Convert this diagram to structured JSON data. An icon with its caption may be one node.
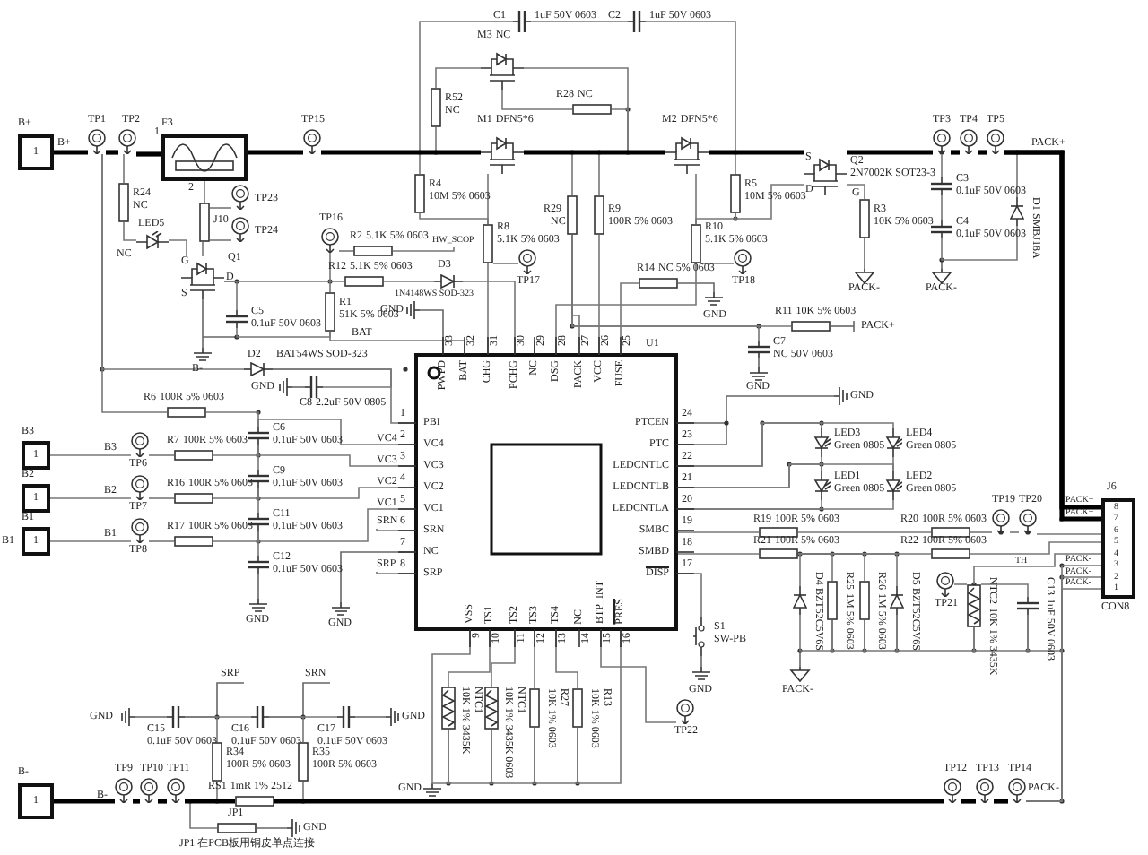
{
  "diagram": {
    "nodes": [
      {
        "text": [
          "B+",
          "1"
        ]
      },
      {
        "text": [
          "TP1"
        ]
      },
      {
        "text": [
          "TP2"
        ]
      },
      {
        "text": [
          "F3",
          "1",
          "2"
        ]
      },
      {
        "text": [
          "TP15"
        ]
      },
      {
        "text": [
          "R24",
          "NC"
        ]
      },
      {
        "text": [
          "LED5",
          "NC"
        ]
      },
      {
        "text": [
          "J10"
        ]
      },
      {
        "text": [
          "TP23"
        ]
      },
      {
        "text": [
          "TP24"
        ]
      },
      {
        "text": [
          "Q1",
          "G",
          "D",
          "S"
        ]
      },
      {
        "text": [
          "C5",
          "0.1uF 50V 0603"
        ]
      },
      {
        "text": [
          "R1",
          "51K 5% 0603"
        ]
      },
      {
        "text": [
          "TP16"
        ]
      },
      {
        "text": [
          "R2",
          "5.1K 5% 0603"
        ]
      },
      {
        "text": [
          "R12",
          "5.1K 5% 0603"
        ]
      },
      {
        "text": [
          "D3",
          "1N4148WS SOD-323"
        ]
      },
      {
        "text": [
          "D2",
          "BAT54WS SOD-323"
        ]
      },
      {
        "text": [
          "C8",
          "2.2uF 50V 0805"
        ]
      },
      {
        "text": [
          "R6",
          "100R 5% 0603"
        ]
      },
      {
        "text": [
          "C1",
          "1uF 50V 0603"
        ]
      },
      {
        "text": [
          "C2",
          "1uF 50V 0603"
        ]
      },
      {
        "text": [
          "M3",
          "NC"
        ]
      },
      {
        "text": [
          "R52",
          "NC"
        ]
      },
      {
        "text": [
          "R28",
          "NC"
        ]
      },
      {
        "text": [
          "M1",
          "DFN5*6"
        ]
      },
      {
        "text": [
          "M2",
          "DFN5*6"
        ]
      },
      {
        "text": [
          "R4",
          "10M 5% 0603"
        ]
      },
      {
        "text": [
          "R5",
          "10M 5% 0603"
        ]
      },
      {
        "text": [
          "R29",
          "NC"
        ]
      },
      {
        "text": [
          "R9",
          "100R 5% 0603"
        ]
      },
      {
        "text": [
          "R8",
          "5.1K 5% 0603"
        ]
      },
      {
        "text": [
          "TP17"
        ]
      },
      {
        "text": [
          "R10",
          "5.1K 5% 0603"
        ]
      },
      {
        "text": [
          "TP18"
        ]
      },
      {
        "text": [
          "R14",
          "NC 5% 0603"
        ]
      },
      {
        "text": [
          "C7",
          "NC 50V 0603"
        ]
      },
      {
        "text": [
          "R11",
          "10K 5% 0603"
        ]
      },
      {
        "text": [
          "Q2",
          "2N7002K SOT23-3",
          "S",
          "G",
          "D"
        ]
      },
      {
        "text": [
          "R3",
          "10K 5% 0603"
        ]
      },
      {
        "text": [
          "TP3"
        ]
      },
      {
        "text": [
          "TP4"
        ]
      },
      {
        "text": [
          "TP5"
        ]
      },
      {
        "text": [
          "C3",
          "0.1uF 50V 0603"
        ]
      },
      {
        "text": [
          "C4",
          "0.1uF 50V 0603"
        ]
      },
      {
        "text": [
          "D1",
          "SMBJ18A"
        ]
      },
      {
        "text": [
          "U1",
          "PBI",
          "1",
          "VC4",
          "2",
          "VC3",
          "3",
          "VC2",
          "4",
          "VC1",
          "5",
          "SRN",
          "6",
          "NC",
          "7",
          "SRP",
          "8",
          "PTCEN",
          "24",
          "PTC",
          "23",
          "LEDCNTLC",
          "22",
          "LEDCNTLB",
          "21",
          "LEDCNTLA",
          "20",
          "SMBC",
          "19",
          "SMBD",
          "18",
          "DISP",
          "17",
          "PWPD",
          "33",
          "BAT",
          "32",
          "CHG",
          "31",
          "PCHG",
          "30",
          "NC",
          "29",
          "DSG",
          "28",
          "PACK",
          "27",
          "VCC",
          "26",
          "FUSE",
          "25",
          "VSS",
          "9",
          "TS1",
          "10",
          "TS2",
          "11",
          "TS3",
          "12",
          "TS4",
          "13",
          "NC",
          "14",
          "BTP_INT",
          "15",
          "PRES",
          "16"
        ]
      },
      {
        "text": [
          "B3",
          "1"
        ]
      },
      {
        "text": [
          "TP6"
        ]
      },
      {
        "text": [
          "R7",
          "100R 5% 0603"
        ]
      },
      {
        "text": [
          "C6",
          "0.1uF 50V 0603"
        ]
      },
      {
        "text": [
          "B2",
          "1"
        ]
      },
      {
        "text": [
          "TP7"
        ]
      },
      {
        "text": [
          "R16",
          "100R 5% 0603"
        ]
      },
      {
        "text": [
          "C9",
          "0.1uF 50V 0603"
        ]
      },
      {
        "text": [
          "B1",
          "1"
        ]
      },
      {
        "text": [
          "TP8"
        ]
      },
      {
        "text": [
          "R17",
          "100R 5% 0603"
        ]
      },
      {
        "text": [
          "C11",
          "0.1uF 50V 0603"
        ]
      },
      {
        "text": [
          "C12",
          "0.1uF 50V 0603"
        ]
      },
      {
        "text": [
          "NTC1",
          "10K 1% 3435K"
        ]
      },
      {
        "text": [
          "NTC1",
          "10K 1% 3435K 0603"
        ]
      },
      {
        "text": [
          "R27",
          "10K 1% 0603"
        ]
      },
      {
        "text": [
          "R13",
          "10K 1% 0603"
        ]
      },
      {
        "text": [
          "TP22"
        ]
      },
      {
        "text": [
          "S1",
          "SW-PB"
        ]
      },
      {
        "text": [
          "LED3",
          "Green 0805"
        ]
      },
      {
        "text": [
          "LED4",
          "Green 0805"
        ]
      },
      {
        "text": [
          "LED1",
          "Green 0805"
        ]
      },
      {
        "text": [
          "LED2",
          "Green 0805"
        ]
      },
      {
        "text": [
          "R19",
          "100R 5% 0603"
        ]
      },
      {
        "text": [
          "R21",
          "100R 5% 0603"
        ]
      },
      {
        "text": [
          "R20",
          "100R 5% 0603"
        ]
      },
      {
        "text": [
          "R22",
          "100R 5% 0603"
        ]
      },
      {
        "text": [
          "TP19"
        ]
      },
      {
        "text": [
          "TP20"
        ]
      },
      {
        "text": [
          "TP21"
        ]
      },
      {
        "text": [
          "D4",
          "BZT52C5V6S"
        ]
      },
      {
        "text": [
          "R25",
          "1M 5% 0603"
        ]
      },
      {
        "text": [
          "R26",
          "1M 5% 0603"
        ]
      },
      {
        "text": [
          "D5",
          "BZT52C5V6S"
        ]
      },
      {
        "text": [
          "NTC2",
          "10K 1% 3435K"
        ]
      },
      {
        "text": [
          "C13",
          "1uF 50V 0603"
        ]
      },
      {
        "text": [
          "J6",
          "8",
          "7",
          "6",
          "5",
          "4",
          "3",
          "2",
          "1",
          "CON8"
        ]
      },
      {
        "text": [
          "B-",
          "1"
        ]
      },
      {
        "text": [
          "TP9"
        ]
      },
      {
        "text": [
          "TP10"
        ]
      },
      {
        "text": [
          "TP11"
        ]
      },
      {
        "text": [
          "C15",
          "0.1uF 50V 0603"
        ]
      },
      {
        "text": [
          "C16",
          "0.1uF 50V 0603"
        ]
      },
      {
        "text": [
          "C17",
          "0.1uF 50V 0603"
        ]
      },
      {
        "text": [
          "R34",
          "100R 5% 0603"
        ]
      },
      {
        "text": [
          "R35",
          "100R 5% 0603"
        ]
      },
      {
        "text": [
          "RS1",
          "1mR 1% 2512"
        ]
      },
      {
        "text": [
          "JP1"
        ]
      },
      {
        "text": [
          "TP12"
        ]
      },
      {
        "text": [
          "TP13"
        ]
      },
      {
        "text": [
          "TP14"
        ]
      },
      {
        "text": [
          "HW_SCOP"
        ]
      },
      {
        "text": [
          "SRN"
        ]
      },
      {
        "text": [
          "SRP"
        ]
      }
    ],
    "edges": [
      {
        "from": 0,
        "to": 1,
        "arrow": "none",
        "style": "thick",
        "color": "#000000"
      },
      {
        "from": 1,
        "to": 2,
        "arrow": "none",
        "style": "thick",
        "color": "#000000"
      },
      {
        "from": 2,
        "to": 3,
        "arrow": "none",
        "style": "thick",
        "color": "#000000"
      },
      {
        "from": 3,
        "to": 4,
        "arrow": "none",
        "style": "thick",
        "color": "#000000"
      },
      {
        "from": 4,
        "to": 25,
        "arrow": "none",
        "style": "thick",
        "color": "#000000"
      },
      {
        "from": 25,
        "to": 26,
        "arrow": "none",
        "style": "thick",
        "color": "#000000"
      },
      {
        "from": 26,
        "to": 38,
        "arrow": "none",
        "style": "thick",
        "color": "#000000"
      },
      {
        "from": 38,
        "to": 40,
        "arrow": "none",
        "style": "thick",
        "color": "#000000"
      },
      {
        "from": 40,
        "to": 41,
        "arrow": "none",
        "style": "thick",
        "color": "#000000"
      },
      {
        "from": 41,
        "to": 42,
        "arrow": "none",
        "style": "thick",
        "color": "#000000"
      },
      {
        "from": 42,
        "to": 83,
        "arrow": "none",
        "style": "thick",
        "color": "#000000"
      },
      {
        "from": 47,
        "to": 48,
        "arrow": "none"
      },
      {
        "from": 48,
        "to": 49,
        "arrow": "none"
      },
      {
        "from": 49,
        "to": 50,
        "arrow": "none"
      },
      {
        "from": 51,
        "to": 52,
        "arrow": "none"
      },
      {
        "from": 52,
        "to": 53,
        "arrow": "none"
      },
      {
        "from": 53,
        "to": 54,
        "arrow": "none"
      },
      {
        "from": 55,
        "to": 56,
        "arrow": "none"
      },
      {
        "from": 56,
        "to": 57,
        "arrow": "none"
      },
      {
        "from": 57,
        "to": 58,
        "arrow": "none"
      },
      {
        "from": 50,
        "to": 54,
        "arrow": "none"
      },
      {
        "from": 54,
        "to": 58,
        "arrow": "none"
      },
      {
        "from": 58,
        "to": 59,
        "arrow": "none"
      },
      {
        "from": 84,
        "to": 85,
        "arrow": "none",
        "style": "thick",
        "color": "#000000"
      },
      {
        "from": 85,
        "to": 86,
        "arrow": "none",
        "style": "thick",
        "color": "#000000"
      },
      {
        "from": 86,
        "to": 87,
        "arrow": "none",
        "style": "thick",
        "color": "#000000"
      },
      {
        "from": 87,
        "to": 93,
        "arrow": "none",
        "style": "thick",
        "color": "#000000"
      },
      {
        "from": 93,
        "to": 95,
        "arrow": "none",
        "style": "thick",
        "color": "#000000"
      },
      {
        "from": 95,
        "to": 96,
        "arrow": "none",
        "style": "thick",
        "color": "#000000"
      },
      {
        "from": 96,
        "to": 97,
        "arrow": "none",
        "style": "thick",
        "color": "#000000"
      },
      {
        "from": 88,
        "to": 89,
        "arrow": "none"
      },
      {
        "from": 89,
        "to": 90,
        "arrow": "none"
      },
      {
        "from": 70,
        "to": 72,
        "arrow": "none"
      },
      {
        "from": 71,
        "to": 73,
        "arrow": "none"
      },
      {
        "from": 72,
        "to": 74,
        "arrow": "none"
      },
      {
        "from": 73,
        "to": 83,
        "arrow": "none"
      },
      {
        "from": 15,
        "to": 16,
        "arrow": "none"
      },
      {
        "from": 19,
        "to": 50,
        "arrow": "none"
      },
      {
        "from": 17,
        "to": 46,
        "arrow": "none"
      },
      {
        "from": 26,
        "to": 33,
        "arrow": "none"
      },
      {
        "from": 25,
        "to": 31,
        "arrow": "none"
      },
      {
        "from": 38,
        "to": 39,
        "arrow": "none"
      },
      {
        "from": 40,
        "to": 43,
        "arrow": "none"
      },
      {
        "from": 43,
        "to": 44,
        "arrow": "none"
      },
      {
        "from": 7,
        "to": 10,
        "arrow": "none"
      },
      {
        "from": 2,
        "to": 5,
        "arrow": "none"
      },
      {
        "from": 5,
        "to": 6,
        "arrow": "none"
      },
      {
        "from": 13,
        "to": 12,
        "arrow": "none"
      },
      {
        "from": 13,
        "to": 14,
        "arrow": "none"
      },
      {
        "from": 31,
        "to": 32,
        "arrow": "none"
      },
      {
        "from": 33,
        "to": 34,
        "arrow": "none"
      },
      {
        "from": 1,
        "to": 19,
        "arrow": "none"
      },
      {
        "from": 1,
        "to": 17,
        "arrow": "none"
      },
      {
        "from": 6,
        "to": 10,
        "arrow": "none"
      },
      {
        "from": 3,
        "to": 7,
        "arrow": "none"
      },
      {
        "from": 7,
        "to": 8,
        "arrow": "none"
      },
      {
        "from": 7,
        "to": 9,
        "arrow": "none"
      },
      {
        "from": 10,
        "to": 15,
        "arrow": "none"
      },
      {
        "from": 10,
        "to": 11,
        "arrow": "none"
      },
      {
        "from": 11,
        "to": 12,
        "arrow": "none"
      },
      {
        "from": 12,
        "to": 46,
        "arrow": "none"
      },
      {
        "from": 31,
        "to": 46,
        "arrow": "none"
      },
      {
        "from": 16,
        "to": 46,
        "arrow": "none"
      },
      {
        "from": 33,
        "to": 46,
        "arrow": "none"
      },
      {
        "from": 29,
        "to": 46,
        "arrow": "none"
      },
      {
        "from": 30,
        "to": 46,
        "arrow": "none"
      },
      {
        "from": 35,
        "to": 46,
        "arrow": "none"
      },
      {
        "from": 29,
        "to": 37,
        "arrow": "none"
      },
      {
        "from": 29,
        "to": 36,
        "arrow": "none"
      },
      {
        "from": 46,
        "to": 66,
        "arrow": "none"
      },
      {
        "from": 46,
        "to": 67,
        "arrow": "none"
      },
      {
        "from": 46,
        "to": 68,
        "arrow": "none"
      },
      {
        "from": 46,
        "to": 69,
        "arrow": "none"
      },
      {
        "from": 66,
        "to": 68,
        "arrow": "none"
      },
      {
        "from": 67,
        "to": 69,
        "arrow": "none"
      },
      {
        "from": 68,
        "to": 46,
        "arrow": "none"
      },
      {
        "from": 69,
        "to": 46,
        "arrow": "none"
      },
      {
        "from": 46,
        "to": 70,
        "arrow": "none"
      },
      {
        "from": 46,
        "to": 71,
        "arrow": "none"
      },
      {
        "from": 46,
        "to": 65,
        "arrow": "none"
      },
      {
        "from": 46,
        "to": 60,
        "arrow": "none"
      },
      {
        "from": 46,
        "to": 61,
        "arrow": "none"
      },
      {
        "from": 46,
        "to": 62,
        "arrow": "none"
      },
      {
        "from": 46,
        "to": 63,
        "arrow": "none"
      },
      {
        "from": 46,
        "to": 64,
        "arrow": "none"
      },
      {
        "from": 60,
        "to": 61,
        "arrow": "none"
      },
      {
        "from": 61,
        "to": 62,
        "arrow": "none"
      },
      {
        "from": 62,
        "to": 63,
        "arrow": "none"
      },
      {
        "from": 46,
        "to": 63,
        "arrow": "none"
      },
      {
        "from": 46,
        "to": 60,
        "arrow": "none"
      },
      {
        "from": 50,
        "to": 46,
        "arrow": "none"
      },
      {
        "from": 50,
        "to": 46,
        "arrow": "none"
      },
      {
        "from": 54,
        "to": 46,
        "arrow": "none"
      },
      {
        "from": 58,
        "to": 46,
        "arrow": "none"
      },
      {
        "from": 4,
        "to": 20,
        "arrow": "none"
      },
      {
        "from": 20,
        "to": 21,
        "arrow": "none"
      },
      {
        "from": 21,
        "to": 26,
        "arrow": "none"
      },
      {
        "from": 4,
        "to": 27,
        "arrow": "none"
      },
      {
        "from": 27,
        "to": 31,
        "arrow": "none"
      },
      {
        "from": 4,
        "to": 23,
        "arrow": "none"
      },
      {
        "from": 23,
        "to": 22,
        "arrow": "none"
      },
      {
        "from": 22,
        "to": 26,
        "arrow": "none"
      },
      {
        "from": 22,
        "to": 24,
        "arrow": "none"
      },
      {
        "from": 24,
        "to": 26,
        "arrow": "none"
      },
      {
        "from": 25,
        "to": 29,
        "arrow": "none"
      },
      {
        "from": 25,
        "to": 30,
        "arrow": "none"
      },
      {
        "from": 26,
        "to": 28,
        "arrow": "none"
      },
      {
        "from": 28,
        "to": 33,
        "arrow": "none"
      },
      {
        "from": 38,
        "to": 28,
        "arrow": "none"
      },
      {
        "from": 44,
        "to": 45,
        "arrow": "none"
      },
      {
        "from": 42,
        "to": 45,
        "arrow": "none"
      },
      {
        "from": 42,
        "to": 83,
        "arrow": "none",
        "style": "thick",
        "color": "#000000"
      },
      {
        "from": 97,
        "to": 83,
        "arrow": "none"
      },
      {
        "from": 97,
        "to": 83,
        "arrow": "none"
      },
      {
        "from": 97,
        "to": 83,
        "arrow": "none"
      },
      {
        "from": 81,
        "to": 83,
        "arrow": "none"
      },
      {
        "from": 76,
        "to": 81,
        "arrow": "none"
      },
      {
        "from": 81,
        "to": 82,
        "arrow": "none"
      },
      {
        "from": 77,
        "to": 78,
        "arrow": "none"
      },
      {
        "from": 78,
        "to": 79,
        "arrow": "none"
      },
      {
        "from": 79,
        "to": 80,
        "arrow": "none"
      },
      {
        "from": 80,
        "to": 81,
        "arrow": "none"
      },
      {
        "from": 81,
        "to": 82,
        "arrow": "none"
      },
      {
        "from": 82,
        "to": 97,
        "arrow": "none"
      },
      {
        "from": 71,
        "to": 77,
        "arrow": "none"
      },
      {
        "from": 71,
        "to": 79,
        "arrow": "none"
      },
      {
        "from": 71,
        "to": 78,
        "arrow": "none"
      },
      {
        "from": 71,
        "to": 80,
        "arrow": "none"
      },
      {
        "from": 74,
        "to": 75,
        "arrow": "none"
      },
      {
        "from": 75,
        "to": 83,
        "arrow": "none"
      },
      {
        "from": 87,
        "to": 94,
        "arrow": "none"
      },
      {
        "from": 88,
        "to": 91,
        "arrow": "none"
      },
      {
        "from": 91,
        "to": 93,
        "arrow": "none"
      },
      {
        "from": 89,
        "to": 92,
        "arrow": "none"
      },
      {
        "from": 92,
        "to": 93,
        "arrow": "none"
      },
      {
        "from": 17,
        "to": 18,
        "arrow": "none"
      },
      {
        "from": 14,
        "to": 98,
        "arrow": "none"
      },
      {
        "from": 99,
        "to": 46,
        "arrow": "none"
      },
      {
        "from": 100,
        "to": 46,
        "arrow": "none"
      }
    ],
    "labels": [
      "B+",
      "B-",
      "GND",
      "BAT",
      "GND",
      "GND",
      "GND",
      "PACK+",
      "GND",
      "PACK-",
      "PACK-",
      "PACK+",
      "B3",
      "B2",
      "B1",
      "B1",
      "VC4",
      "VC3",
      "VC2",
      "VC1",
      "GND",
      "GND",
      "SRP",
      "SRN",
      "GND",
      "B-",
      "GND",
      "JP1 在PCB板用铜皮单点连接",
      "GND",
      "GND",
      "GND",
      "PACK-",
      "TH",
      "PACK+",
      "PACK+",
      "PACK-",
      "PACK-",
      "PACK-",
      "PACK-"
    ]
  }
}
